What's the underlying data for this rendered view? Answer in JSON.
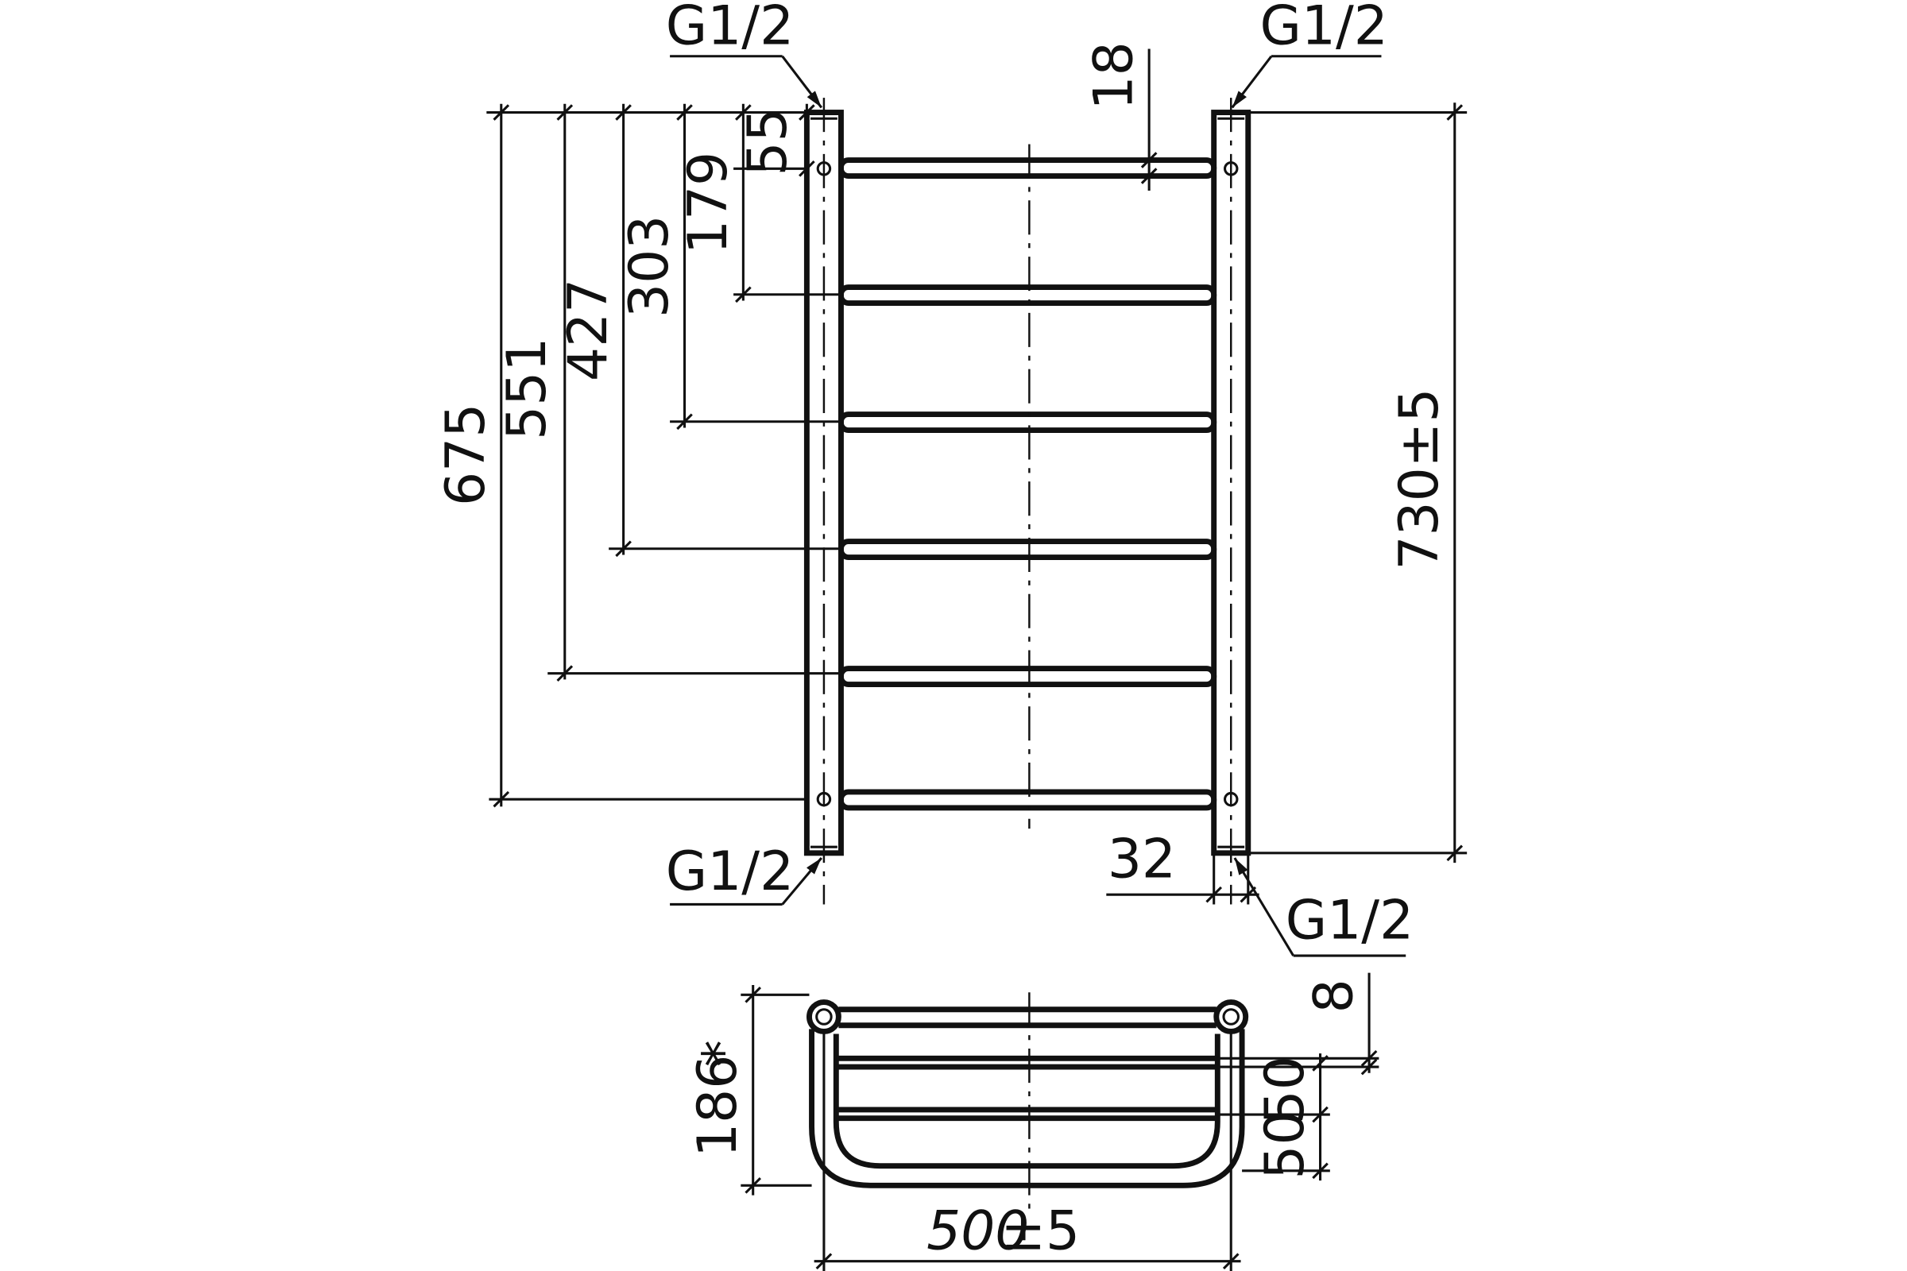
{
  "thread_label": "G1/2",
  "dims": {
    "d55": "55",
    "d179": "179",
    "d303": "303",
    "d427": "427",
    "d551": "551",
    "d675": "675",
    "d18": "18",
    "d730": "730±5",
    "d32": "32",
    "d8": "8",
    "d186": "186",
    "d186_mark": "*",
    "d50a": "50",
    "d50b": "50",
    "d500": "500",
    "d500_tol": "±5"
  }
}
